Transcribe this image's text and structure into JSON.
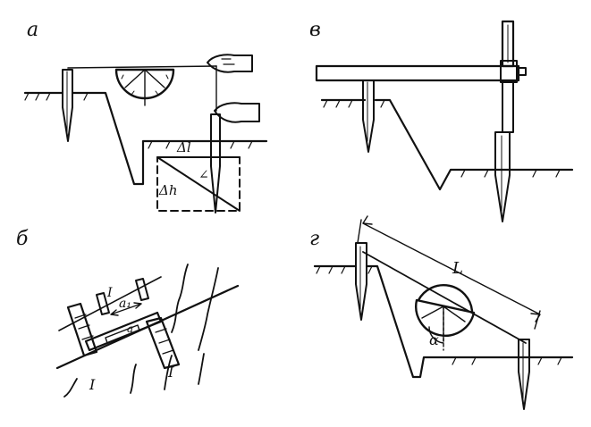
{
  "panels": {
    "a": {
      "letter": "а",
      "labels": {
        "dl": "Δl",
        "dh": "Δh",
        "angle": "∠"
      }
    },
    "b": {
      "letter": "б",
      "labels": {
        "a1": "a₁",
        "a": "a",
        "one_left": "I",
        "one_right": "I",
        "slope_mark": "I"
      }
    },
    "v": {
      "letter": "в"
    },
    "g": {
      "letter": "г",
      "labels": {
        "length": "L",
        "alpha": "α"
      }
    }
  }
}
